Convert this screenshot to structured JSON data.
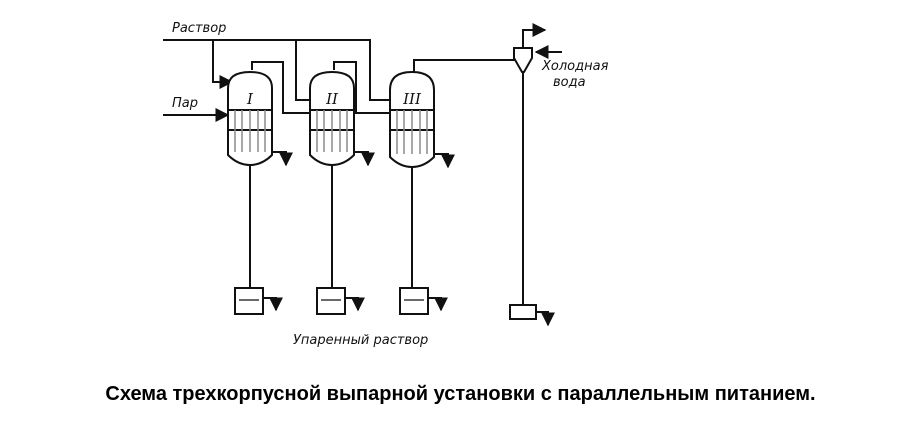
{
  "labels": {
    "solution_in": "Раствор",
    "steam_in": "Пар",
    "cold_water": [
      "Холодная",
      "вода"
    ],
    "evaporated_solution": "Упаренный раствор"
  },
  "vessels": [
    {
      "numeral": "I"
    },
    {
      "numeral": "II"
    },
    {
      "numeral": "III"
    }
  ],
  "caption": "Схема трехкорпусной выпарной установки с параллельным питанием.",
  "colors": {
    "line": "#111111",
    "shell_fill": "#ffffff",
    "tube_gray": "#8a8a8a"
  }
}
